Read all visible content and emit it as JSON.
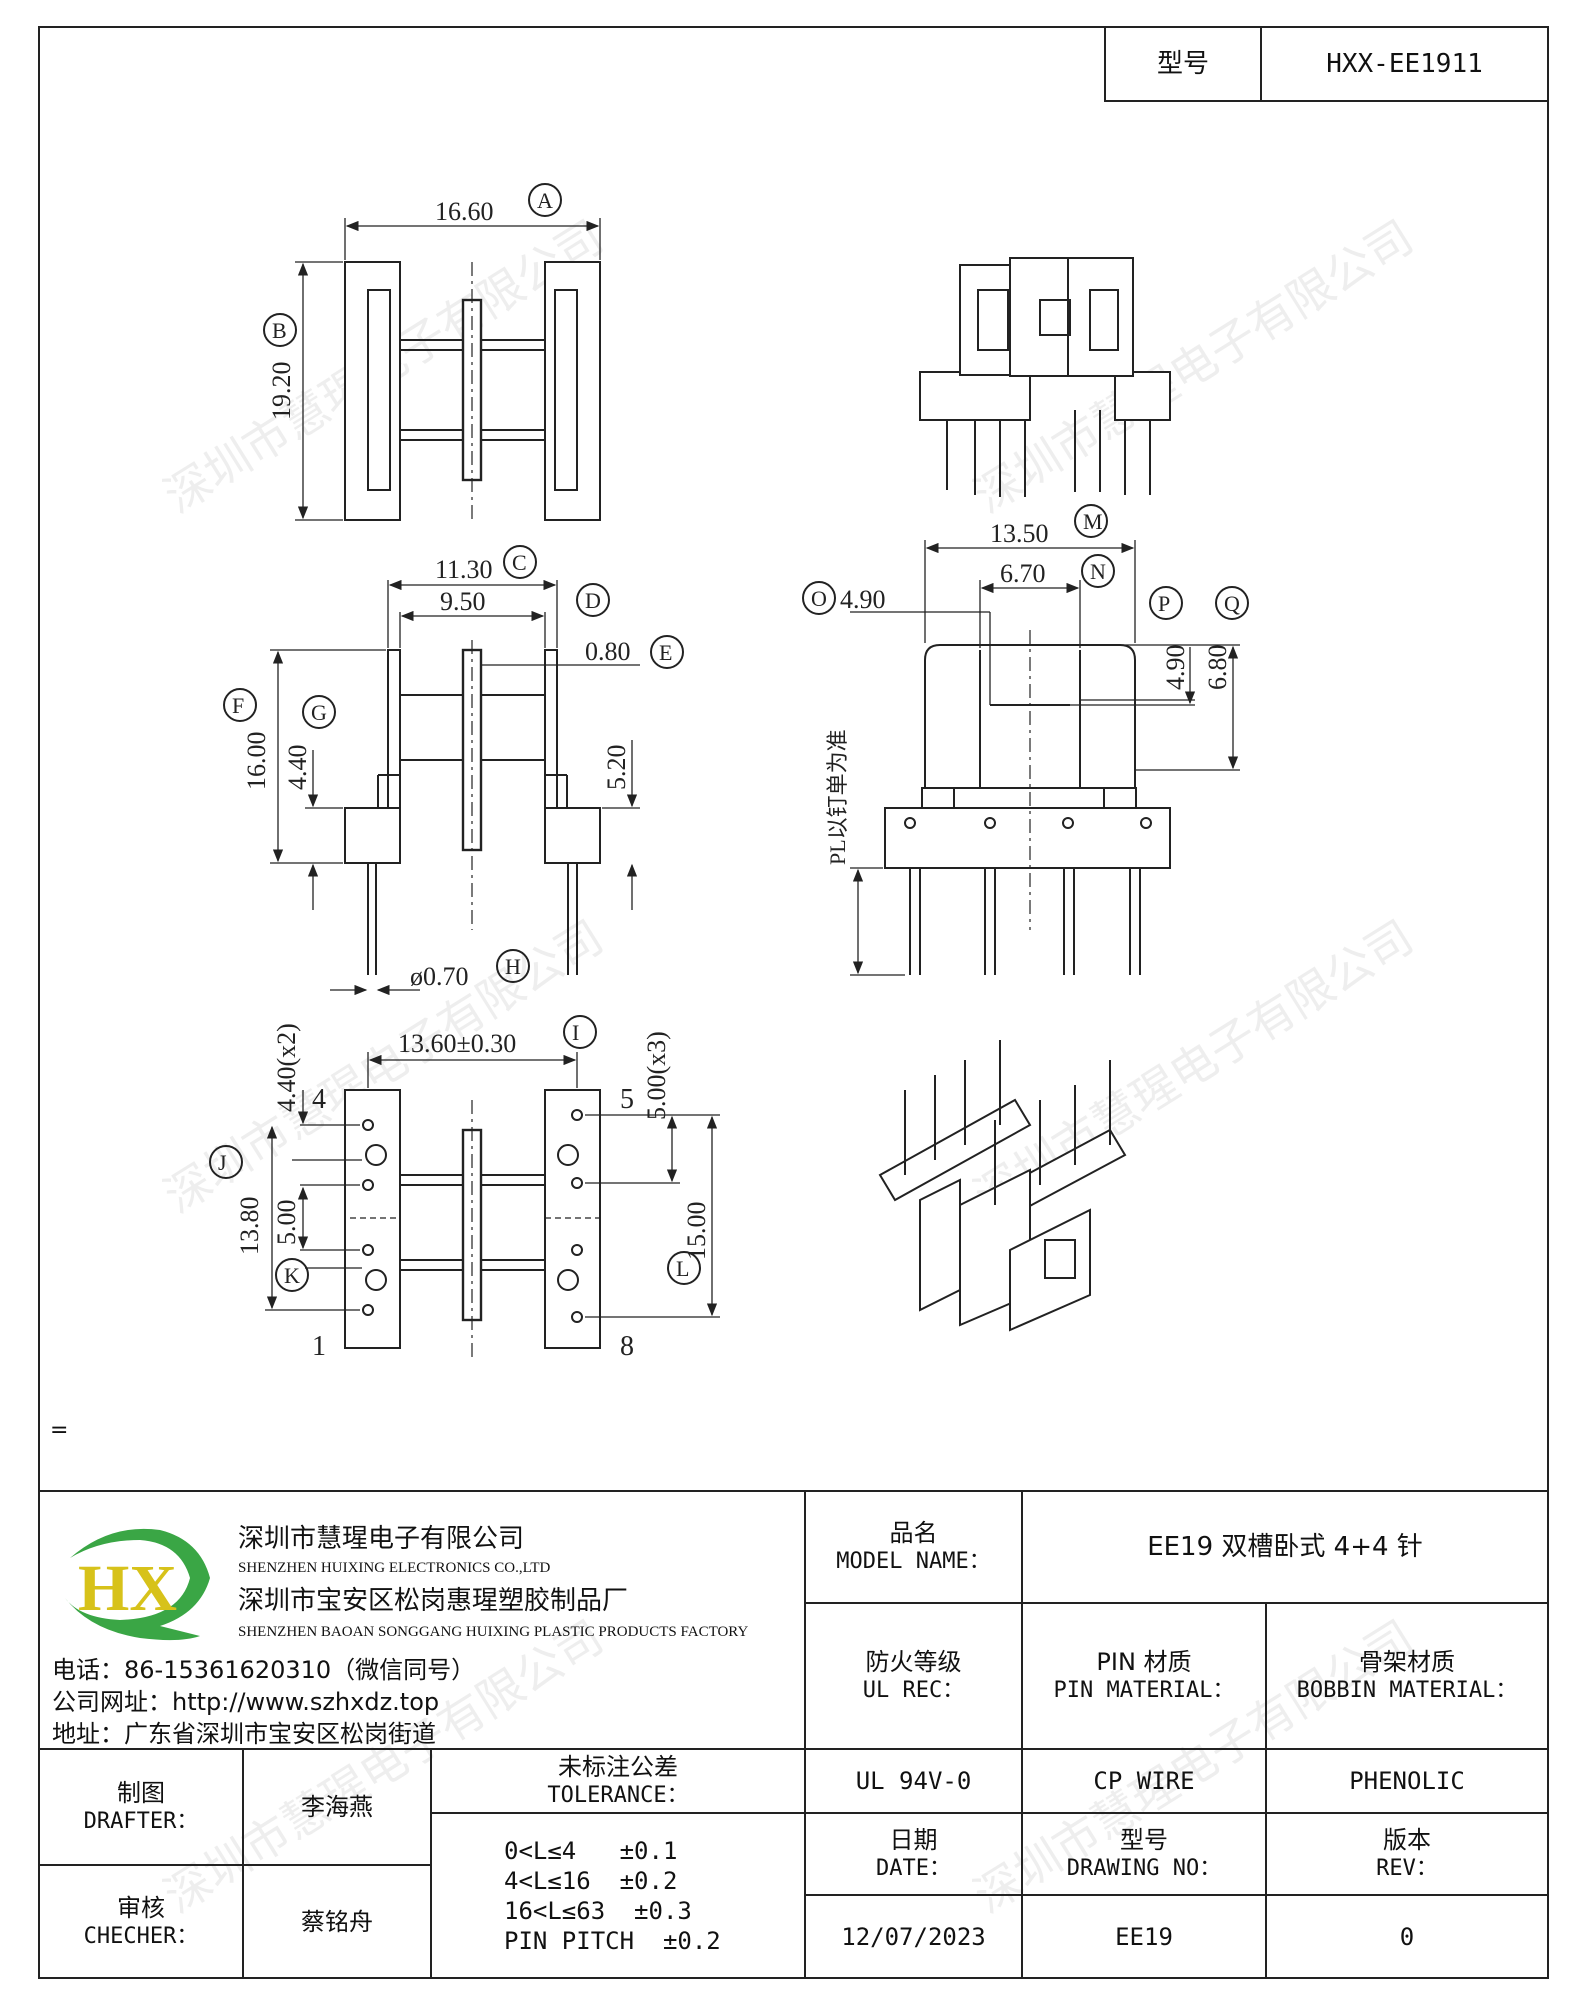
{
  "header": {
    "model_label": "型号",
    "model_value": "HXX-EE1911"
  },
  "drawing": {
    "top_view": {
      "dim_a": "16.60",
      "dim_b": "19.20",
      "tag_a": "A",
      "tag_b": "B"
    },
    "side_view": {
      "dim_c": "11.30",
      "dim_d": "9.50",
      "dim_e": "0.80",
      "dim_f": "16.00",
      "dim_g": "4.40",
      "dim_h": "ø0.70",
      "dim_520": "5.20",
      "tag_c": "C",
      "tag_d": "D",
      "tag_e": "E",
      "tag_f": "F",
      "tag_g": "G",
      "tag_h": "H"
    },
    "bottom_view": {
      "dim_i": "13.60±0.30",
      "dim_440x2": "4.40(x2)",
      "dim_500x3": "5.00(x3)",
      "dim_j": "13.80",
      "dim_500": "5.00",
      "dim_l": "15.00",
      "pin_4": "4",
      "pin_5": "5",
      "pin_1": "1",
      "pin_8": "8",
      "tag_i": "I",
      "tag_j": "J",
      "tag_k": "K",
      "tag_l": "L"
    },
    "front_view": {
      "dim_m": "13.50",
      "dim_n": "6.70",
      "dim_o": "4.90",
      "dim_p": "4.90",
      "dim_q": "6.80",
      "pl_note": "PL以钉单为准",
      "tag_m": "M",
      "tag_n": "N",
      "tag_o": "O",
      "tag_p": "P",
      "tag_q": "Q"
    },
    "equals_mark": "="
  },
  "watermark": "深圳市慧瑆电子有限公司",
  "title_block": {
    "company_cn": "深圳市慧瑆电子有限公司",
    "company_en": "SHENZHEN HUIXING ELECTRONICS CO.,LTD",
    "factory_cn": "深圳市宝安区松岗惠瑆塑胶制品厂",
    "factory_en": "SHENZHEN BAOAN SONGGANG HUIXING PLASTIC PRODUCTS FACTORY",
    "phone": "电话：86-15361620310（微信同号）",
    "website": "公司网址：http://www.szhxdz.top",
    "address": "地址：广东省深圳市宝安区松岗街道",
    "logo_text": "HX",
    "model_name_cn": "品名",
    "model_name_en": "MODEL NAME：",
    "model_name_value": "EE19 双槽卧式 4+4 针",
    "ul_cn": "防火等级",
    "ul_en": "UL REC：",
    "pin_mat_cn": "PIN 材质",
    "pin_mat_en": "PIN MATERIAL：",
    "bobbin_cn": "骨架材质",
    "bobbin_en": "BOBBIN MATERIAL：",
    "ul_value": "UL 94V-0",
    "pin_value": "CP WIRE",
    "bobbin_value": "PHENOLIC",
    "drafter_cn": "制图",
    "drafter_en": "DRAFTER：",
    "drafter_name": "李海燕",
    "checker_cn": "审核",
    "checker_en": "CHECHER：",
    "checker_name": "蔡铭舟",
    "tolerance_cn": "未标注公差",
    "tolerance_en": "TOLERANCE：",
    "tolerance_lines": [
      "0<L≤4   ±0.1",
      "4<L≤16  ±0.2",
      "16<L≤63  ±0.3",
      "PIN PITCH  ±0.2"
    ],
    "date_cn": "日期",
    "date_en": "DATE：",
    "date_value": "12/07/2023",
    "dwg_cn": "型号",
    "dwg_en": "DRAWING NO：",
    "dwg_value": "EE19",
    "rev_cn": "版本",
    "rev_en": "REV：",
    "rev_value": "0"
  },
  "colors": {
    "logo_green": "#3aa645",
    "logo_yellow": "#d7c21a",
    "line": "#222222"
  }
}
